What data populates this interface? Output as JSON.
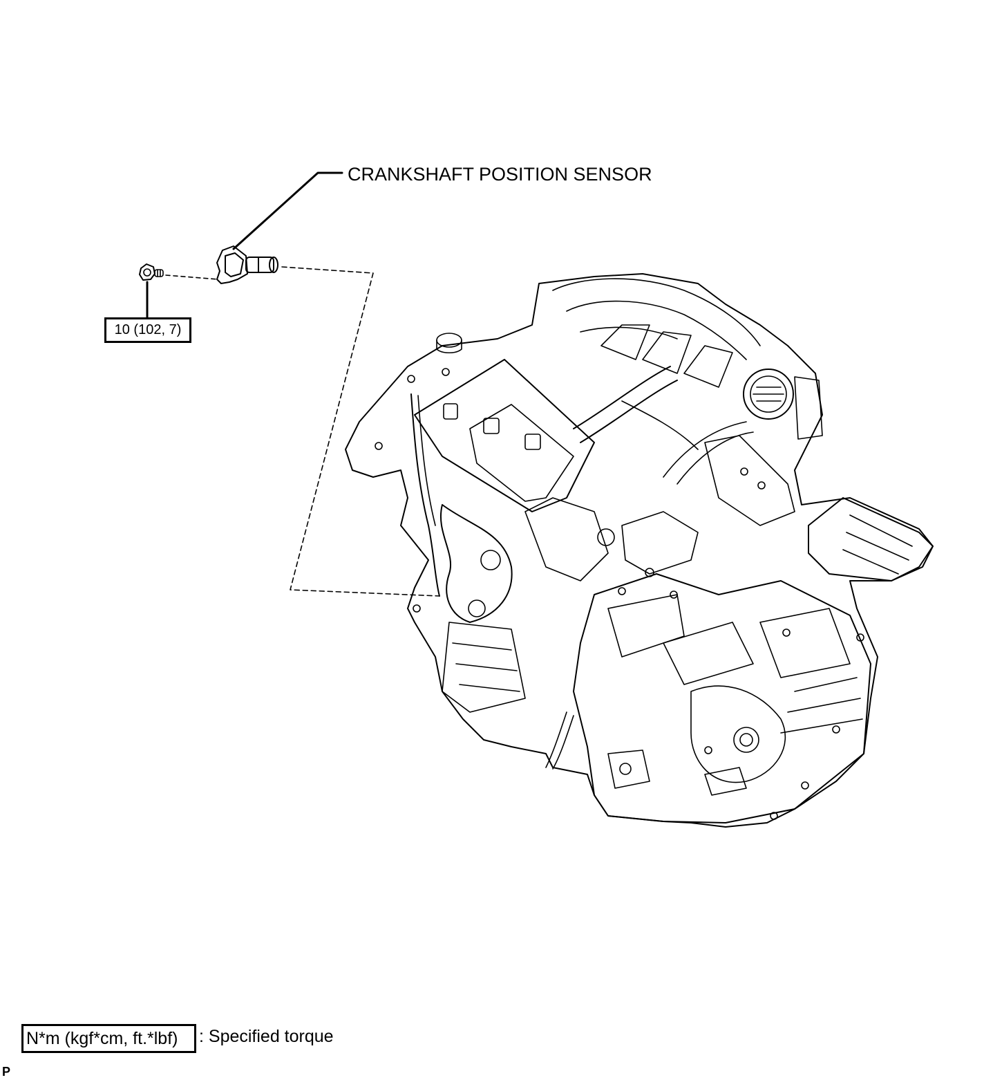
{
  "callouts": {
    "sensor_label": "CRANKSHAFT POSITION SENSOR",
    "bolt_torque": "10 (102, 7)"
  },
  "legend": {
    "torque_unit_box": "N*m (kgf*cm, ft.*lbf)",
    "description": ": Specified torque"
  },
  "page_mark": "P",
  "icons": {
    "bolt": "bolt-icon",
    "sensor": "crankshaft-position-sensor-icon",
    "engine": "engine-assembly-icon"
  },
  "colors": {
    "line": "#000000",
    "background": "#ffffff"
  }
}
